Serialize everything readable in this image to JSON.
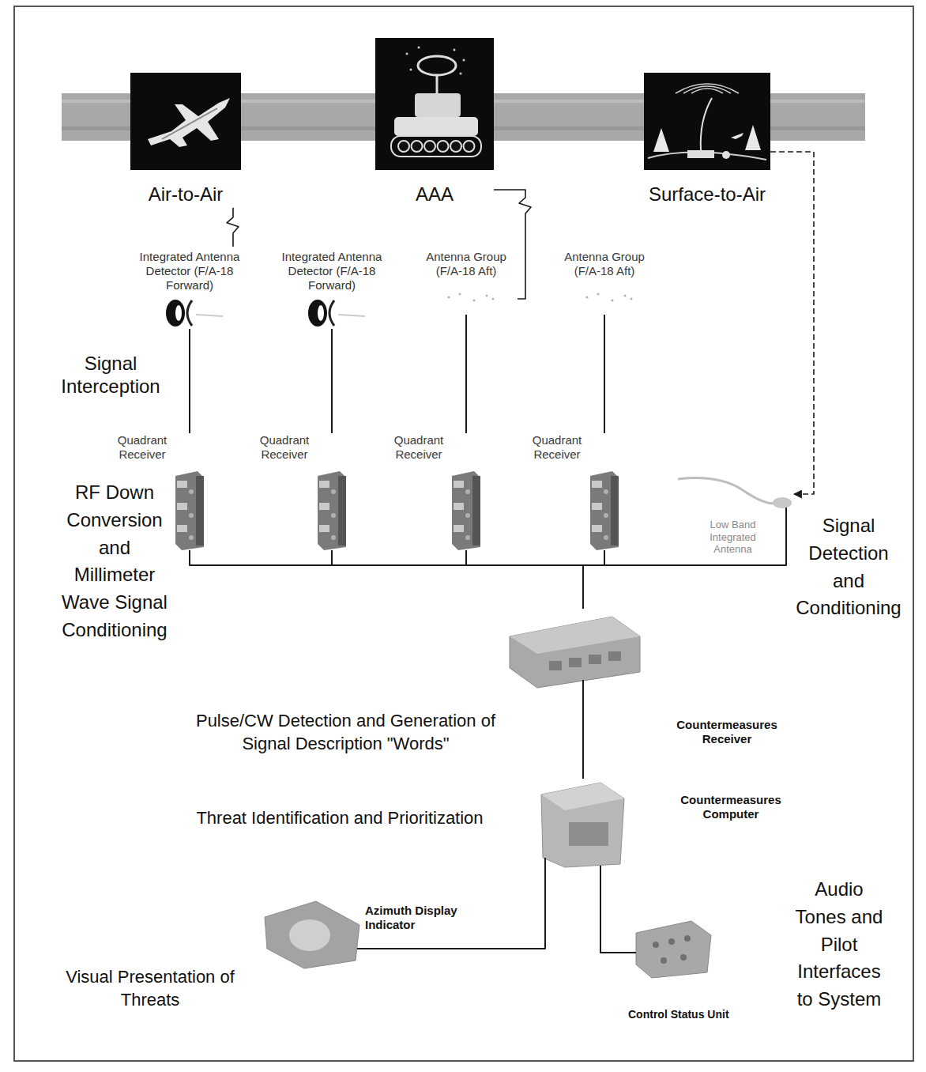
{
  "diagram": {
    "nodes": [
      {
        "text": [
          "Air-to-Air"
        ]
      },
      {
        "text": [
          "AAA"
        ]
      },
      {
        "text": [
          "Surface-to-Air"
        ]
      },
      {
        "text": [
          "Integrated Antenna Detector (F/A-18 Forward)"
        ]
      },
      {
        "text": [
          "Integrated Antenna Detector (F/A-18 Forward)"
        ]
      },
      {
        "text": [
          "Antenna Group (F/A-18 Aft)"
        ]
      },
      {
        "text": [
          "Antenna Group (F/A-18 Aft)"
        ]
      },
      {
        "text": [
          "Quadrant Receiver"
        ]
      },
      {
        "text": [
          "Quadrant Receiver"
        ]
      },
      {
        "text": [
          "Quadrant Receiver"
        ]
      },
      {
        "text": [
          "Quadrant Receiver"
        ]
      },
      {
        "text": [
          "Low Band Integrated Antenna"
        ]
      },
      {
        "text": [
          "Countermeasures Receiver"
        ]
      },
      {
        "text": [
          "Countermeasures Computer"
        ]
      },
      {
        "text": [
          "Azimuth Display Indicator"
        ]
      },
      {
        "text": [
          "Control Status Unit"
        ]
      }
    ],
    "edges": [
      {
        "from": 0,
        "to": 3,
        "arrow": "none"
      },
      {
        "from": 1,
        "to": 5,
        "arrow": "none"
      },
      {
        "from": 2,
        "to": 11,
        "arrow": "to"
      },
      {
        "from": 3,
        "to": 7,
        "arrow": "none"
      },
      {
        "from": 4,
        "to": 8,
        "arrow": "none"
      },
      {
        "from": 5,
        "to": 9,
        "arrow": "none"
      },
      {
        "from": 6,
        "to": 10,
        "arrow": "none"
      },
      {
        "from": 7,
        "to": 12,
        "arrow": "none"
      },
      {
        "from": 8,
        "to": 12,
        "arrow": "none"
      },
      {
        "from": 9,
        "to": 12,
        "arrow": "none"
      },
      {
        "from": 10,
        "to": 12,
        "arrow": "none"
      },
      {
        "from": 11,
        "to": 12,
        "arrow": "none"
      },
      {
        "from": 12,
        "to": 13,
        "arrow": "none"
      },
      {
        "from": 13,
        "to": 14,
        "arrow": "none"
      },
      {
        "from": 13,
        "to": 15,
        "arrow": "none"
      }
    ],
    "labels": [
      "Signal Interception",
      "RF Down Conversion and Millimeter Wave Signal Conditioning",
      "Signal Detection and Conditioning",
      "Pulse/CW Detection and Generation of Signal Description \"Words\"",
      "Threat Identification and Prioritization",
      "Visual Presentation of Threats",
      "Audio Tones and Pilot Interfaces to System"
    ]
  }
}
